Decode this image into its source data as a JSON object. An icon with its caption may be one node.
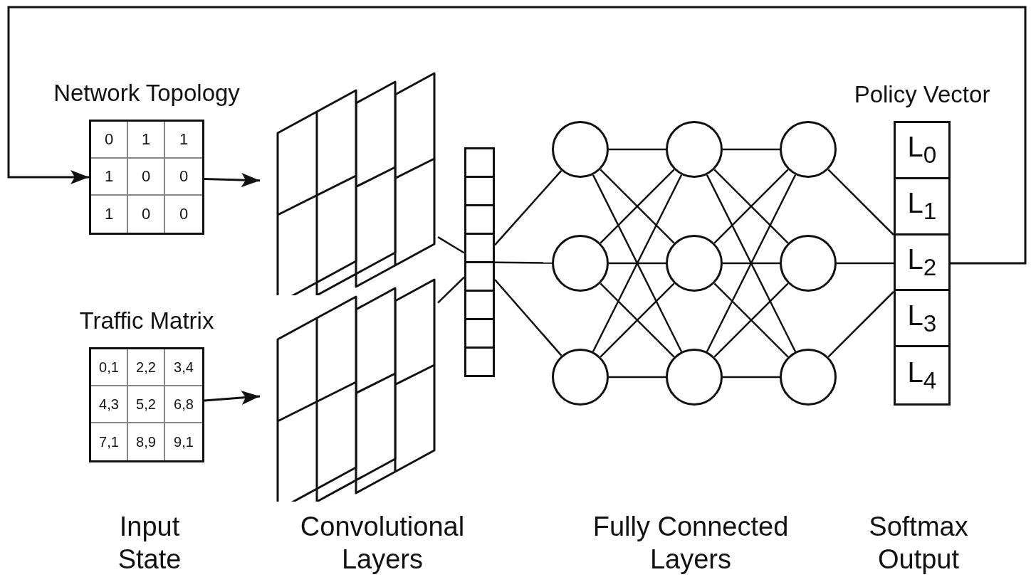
{
  "diagram": {
    "nodes": [
      {
        "text": [
          "Network Topology",
          "0",
          "1",
          "1",
          "1",
          "0",
          "0",
          "1",
          "0",
          "0"
        ]
      },
      {
        "text": [
          "Traffic Matrix",
          "0,1",
          "2,2",
          "3,4",
          "4,3",
          "5,2",
          "6,8",
          "7,1",
          "8,9",
          "9,1"
        ]
      },
      {
        "text": [],
        "shape": "box"
      },
      {
        "text": [],
        "shape": "box"
      },
      {
        "text": [],
        "shape": "bar"
      },
      {
        "text": [],
        "shape": "circle"
      },
      {
        "text": [],
        "shape": "circle"
      },
      {
        "text": [],
        "shape": "circle"
      },
      {
        "text": [],
        "shape": "circle"
      },
      {
        "text": [],
        "shape": "circle"
      },
      {
        "text": [],
        "shape": "circle"
      },
      {
        "text": [],
        "shape": "circle"
      },
      {
        "text": [],
        "shape": "circle"
      },
      {
        "text": [],
        "shape": "circle"
      },
      {
        "text": [
          "Policy Vector",
          "L$_{0}$",
          "L$_{1}$",
          "L$_{2}$",
          "L$_{3}$",
          "L$_{4}$"
        ]
      }
    ],
    "edges": [
      {
        "from": 0,
        "to": 2,
        "arrow": "to"
      },
      {
        "from": 1,
        "to": 3,
        "arrow": "to"
      },
      {
        "from": 2,
        "to": 4,
        "arrow": "none"
      },
      {
        "from": 3,
        "to": 4,
        "arrow": "none"
      },
      {
        "from": 4,
        "to": 5,
        "arrow": "none"
      },
      {
        "from": 4,
        "to": 6,
        "arrow": "none"
      },
      {
        "from": 4,
        "to": 7,
        "arrow": "none"
      },
      {
        "from": 5,
        "to": 8,
        "arrow": "none"
      },
      {
        "from": 5,
        "to": 9,
        "arrow": "none"
      },
      {
        "from": 5,
        "to": 10,
        "arrow": "none"
      },
      {
        "from": 6,
        "to": 8,
        "arrow": "none"
      },
      {
        "from": 6,
        "to": 9,
        "arrow": "none"
      },
      {
        "from": 6,
        "to": 10,
        "arrow": "none"
      },
      {
        "from": 7,
        "to": 8,
        "arrow": "none"
      },
      {
        "from": 7,
        "to": 9,
        "arrow": "none"
      },
      {
        "from": 7,
        "to": 10,
        "arrow": "none"
      },
      {
        "from": 8,
        "to": 11,
        "arrow": "none"
      },
      {
        "from": 8,
        "to": 12,
        "arrow": "none"
      },
      {
        "from": 8,
        "to": 13,
        "arrow": "none"
      },
      {
        "from": 9,
        "to": 11,
        "arrow": "none"
      },
      {
        "from": 9,
        "to": 12,
        "arrow": "none"
      },
      {
        "from": 9,
        "to": 13,
        "arrow": "none"
      },
      {
        "from": 10,
        "to": 11,
        "arrow": "none"
      },
      {
        "from": 10,
        "to": 12,
        "arrow": "none"
      },
      {
        "from": 10,
        "to": 13,
        "arrow": "none"
      },
      {
        "from": 11,
        "to": 14,
        "arrow": "none"
      },
      {
        "from": 12,
        "to": 14,
        "arrow": "none"
      },
      {
        "from": 13,
        "to": 14,
        "arrow": "none"
      },
      {
        "from": 14,
        "to": 0,
        "arrow": "to"
      }
    ],
    "labels": [
      "Input State",
      "Convolutional Layers",
      "Fully Connected Layers",
      "Softmax Output"
    ]
  }
}
